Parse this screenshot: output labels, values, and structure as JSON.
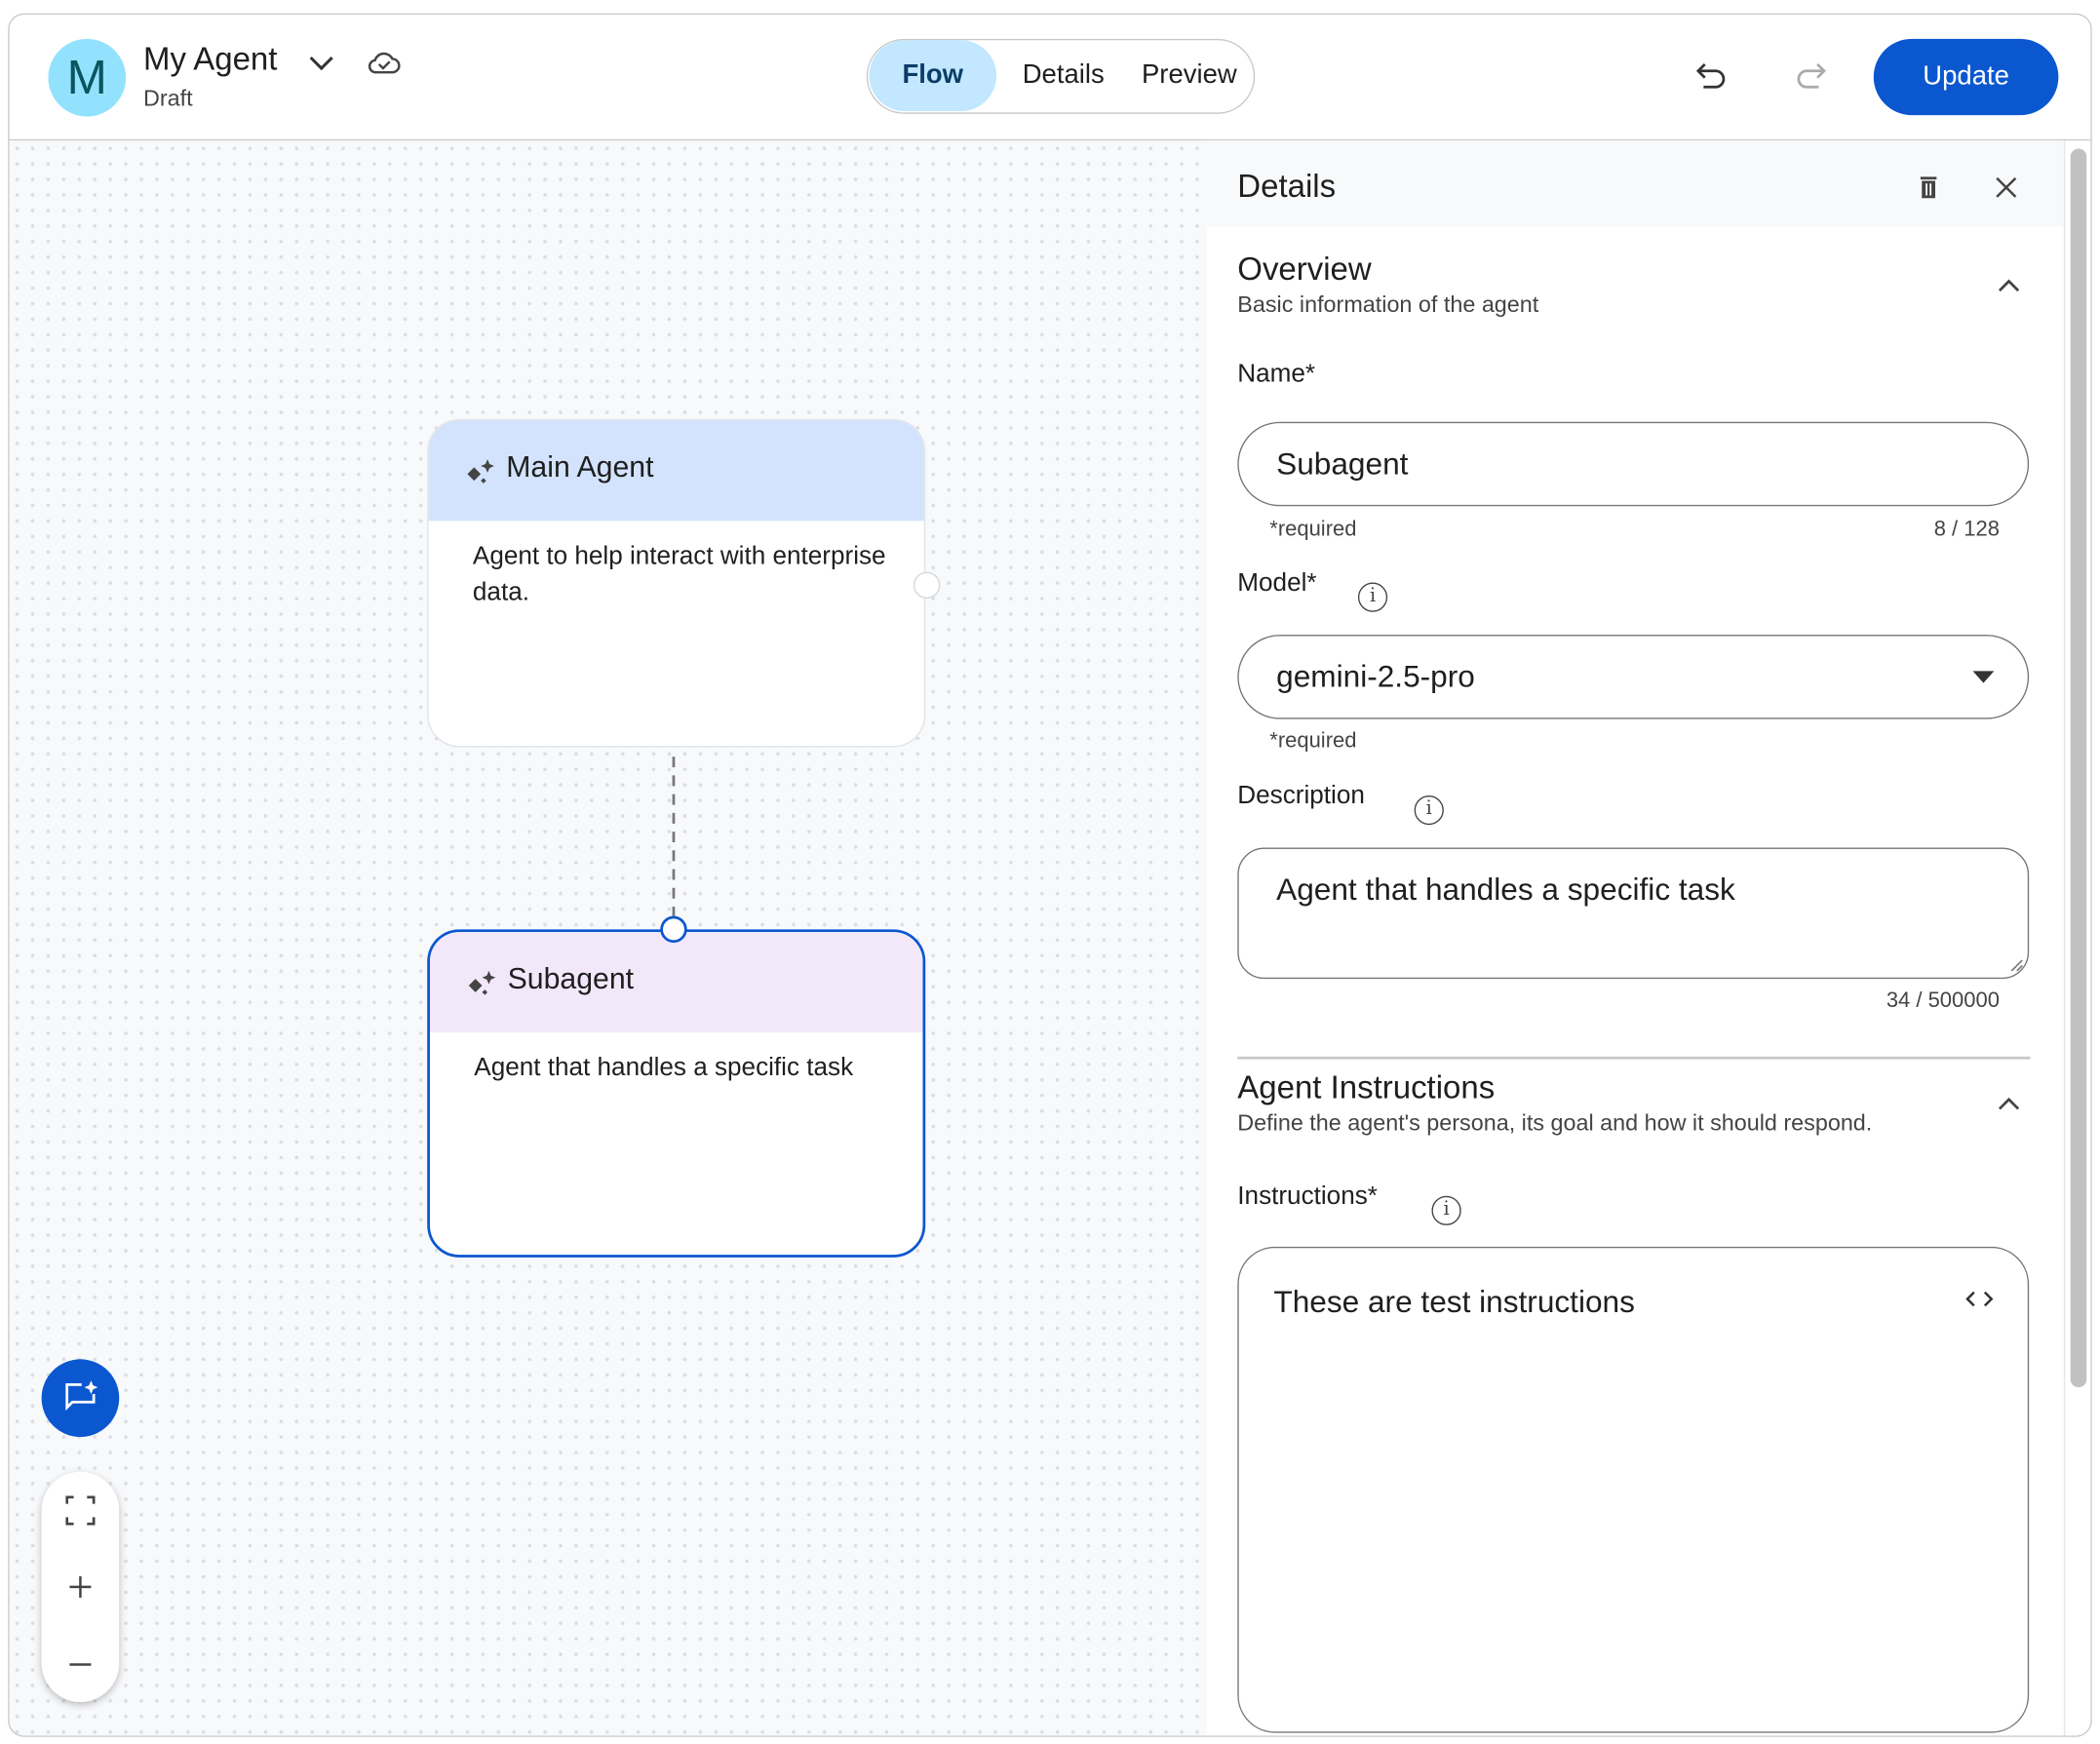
{
  "header": {
    "avatar_letter": "M",
    "title": "My Agent",
    "status": "Draft",
    "tabs": [
      {
        "label": "Flow",
        "active": true
      },
      {
        "label": "Details",
        "active": false
      },
      {
        "label": "Preview",
        "active": false
      }
    ],
    "update_label": "Update",
    "icons": [
      "chevron-down-icon",
      "cloud-done-icon",
      "undo-icon",
      "redo-icon"
    ]
  },
  "canvas": {
    "nodes": [
      {
        "title": "Main Agent",
        "description": "Agent to help interact with enterprise data.",
        "header_color": "#d3e3fd",
        "selected": false
      },
      {
        "title": "Subagent",
        "description": "Agent that handles a specific task",
        "header_color": "#f3e8fa",
        "selected": true
      }
    ],
    "controls": [
      "ai-chat-icon",
      "fit-view-icon",
      "zoom-in-icon",
      "zoom-out-icon"
    ]
  },
  "panel": {
    "title": "Details",
    "overview": {
      "title": "Overview",
      "subtitle": "Basic information of the agent",
      "name_label": "Name*",
      "name_value": "Subagent",
      "name_hint": "*required",
      "name_count": "8 / 128",
      "model_label": "Model*",
      "model_value": "gemini-2.5-pro",
      "model_hint": "*required",
      "description_label": "Description",
      "description_value": "Agent that handles a specific task",
      "description_count": "34 / 500000"
    },
    "instructions": {
      "title": "Agent Instructions",
      "subtitle": "Define the agent's persona, its goal and how it should respond.",
      "label": "Instructions*",
      "value": "These are test instructions"
    }
  },
  "colors": {
    "primary": "#0b57d0",
    "tab_active_bg": "#c2e7ff",
    "avatar_bg": "#93e2fd"
  }
}
